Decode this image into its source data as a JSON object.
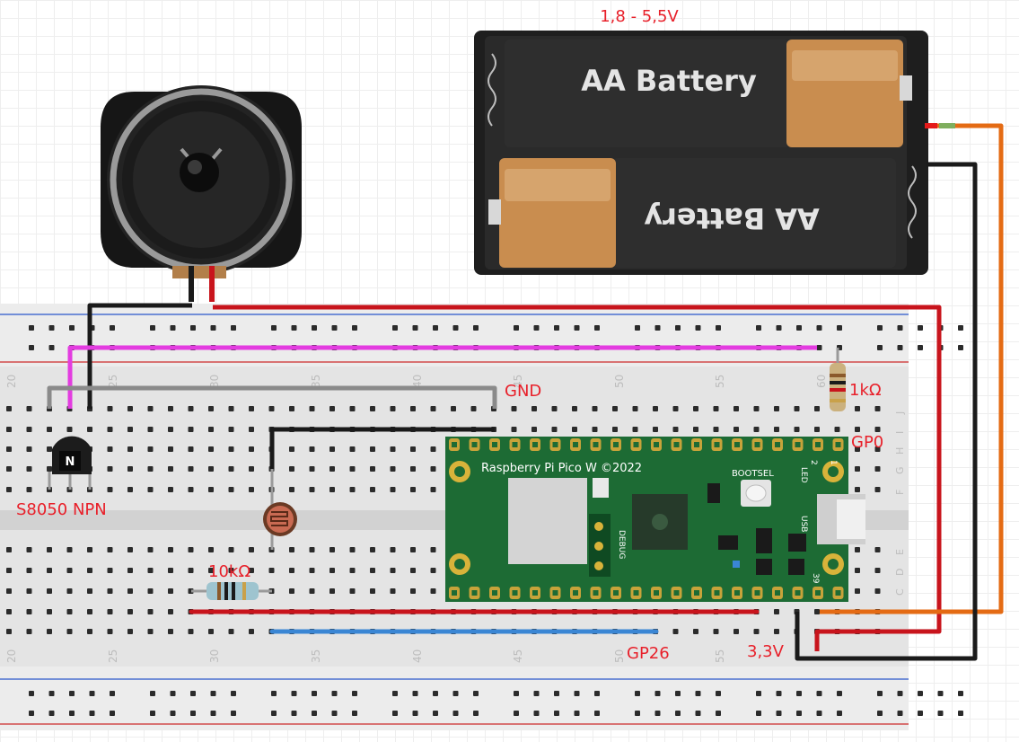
{
  "battery": {
    "voltage_label": "1,8 - 5,5V",
    "cell_top_label": "AA Battery",
    "cell_bottom_label": "AA Battery"
  },
  "pico": {
    "title": "Raspberry Pi Pico W ©2022",
    "bootsel_label": "BOOTSEL",
    "debug_label": "DEBUG",
    "usb_label": "USB",
    "led_label": "LED",
    "pin2_label": "2",
    "pin1_label": "1",
    "pin39_label": "39"
  },
  "labels": {
    "gnd": "GND",
    "gp0": "GP0",
    "gp26": "GP26",
    "v33": "3,3V",
    "r1k": "1kΩ",
    "r10k": "10kΩ",
    "transistor": "S8050 NPN"
  },
  "transistor": {
    "letter": "N"
  },
  "breadboard": {
    "top_numbers": [
      "20",
      "25",
      "30",
      "35",
      "40",
      "45",
      "50",
      "55",
      "60"
    ],
    "bottom_numbers": [
      "20",
      "25",
      "30",
      "35",
      "40",
      "45",
      "50",
      "55"
    ],
    "row_letters": [
      "J",
      "I",
      "H",
      "G",
      "F",
      "E",
      "D",
      "C"
    ]
  },
  "colors": {
    "wire_red": "#c8141c",
    "wire_black": "#1a1a1a",
    "wire_magenta": "#e33ce0",
    "wire_gray": "#8a8a8a",
    "wire_blue": "#3a86d4",
    "wire_orange": "#e46b14",
    "pico_green": "#1d6b34",
    "label_red": "#e8202a"
  }
}
